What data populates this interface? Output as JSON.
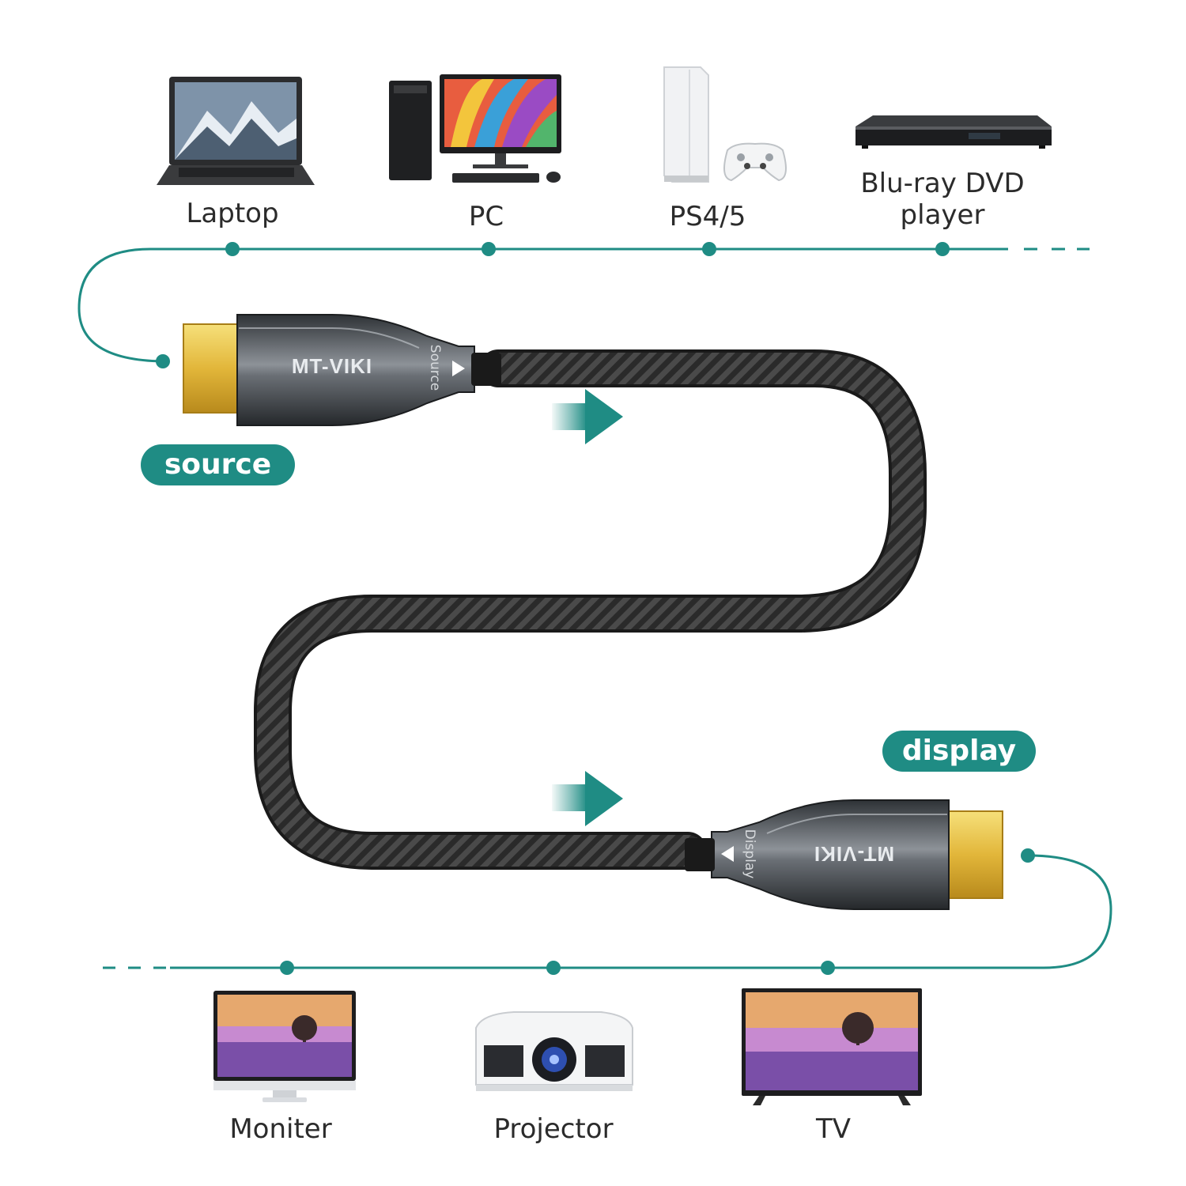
{
  "colors": {
    "accent": "#1f8c84",
    "cable": "#2a2a2a",
    "gold": "#d9a92a",
    "housing": "#4a4f55",
    "text": "#2b2b2b"
  },
  "sources": {
    "laptop": "Laptop",
    "pc": "PC",
    "ps": "PS4/5",
    "bluray_line1": "Blu-ray DVD",
    "bluray_line2": "player"
  },
  "displays": {
    "monitor": "Moniter",
    "projector": "Projector",
    "tv": "TV"
  },
  "badges": {
    "source": "source",
    "display": "display"
  },
  "connector": {
    "brand": "MT-VIKI",
    "source_mark": "Source",
    "display_mark": "Display"
  },
  "icons": [
    "laptop-icon",
    "pc-icon",
    "console-icon",
    "bluray-player-icon",
    "monitor-icon",
    "projector-icon",
    "tv-icon",
    "arrow-right-icon"
  ]
}
